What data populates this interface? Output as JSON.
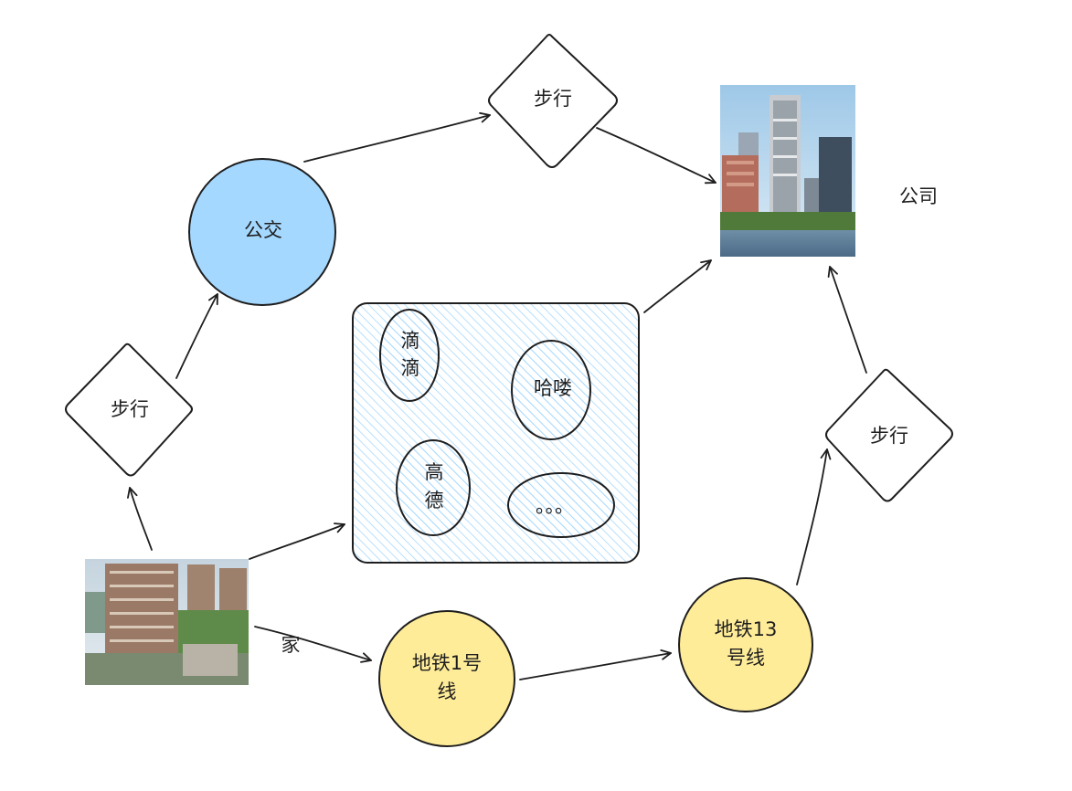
{
  "nodes": {
    "walk_left": {
      "label": "步行",
      "color": "#ffc9c9"
    },
    "bus": {
      "label": "公交",
      "color": "#a5d8ff"
    },
    "walk_top": {
      "label": "步行",
      "color": "#ffc9c9"
    },
    "company": {
      "label": "公司"
    },
    "walk_right": {
      "label": "步行",
      "color": "#ffc9c9"
    },
    "home": {
      "label": "家"
    },
    "metro1": {
      "label_line1": "地铁1号",
      "label_line2": "线",
      "color": "#ffec99"
    },
    "metro13": {
      "label_line1": "地铁13",
      "label_line2": "号线",
      "color": "#ffec99"
    },
    "ride_hailing": {
      "fill_color": "#a5d8ff",
      "apps": [
        {
          "line1": "滴",
          "line2": "滴"
        },
        {
          "line1": "哈喽",
          "line2": ""
        },
        {
          "line1": "高",
          "line2": "德"
        },
        {
          "line1": "。。。",
          "line2": ""
        }
      ]
    }
  }
}
